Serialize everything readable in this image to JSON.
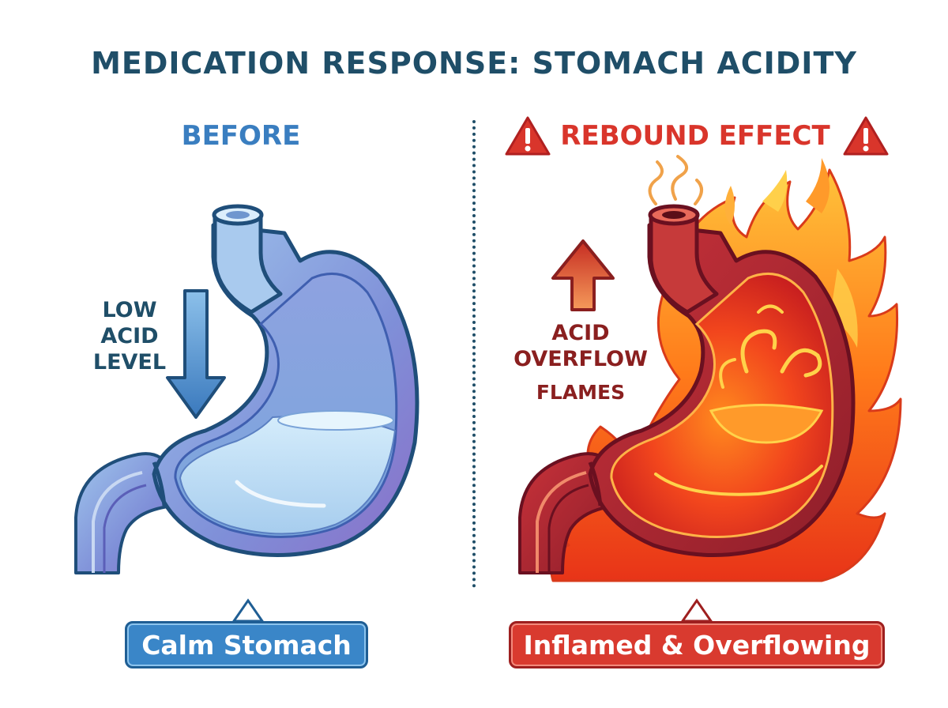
{
  "title": "MEDICATION RESPONSE: STOMACH ACIDITY",
  "before": {
    "heading": "BEFORE",
    "label_lines": [
      "LOW",
      "ACID",
      "LEVEL"
    ],
    "badge": "Calm Stomach"
  },
  "after": {
    "heading": "REBOUND EFFECT",
    "label_lines": [
      "ACID",
      "OVERFLOW"
    ],
    "flames_label": "FLAMES",
    "badge": "Inflamed & Overflowing"
  },
  "colors": {
    "title": "#1f4e68",
    "before_accent": "#3a7ec0",
    "after_accent": "#d9352b",
    "calm_badge": "#3a86c8",
    "inflamed_badge": "#d93a2f"
  },
  "icons": [
    "warning-triangle-icon",
    "down-arrow-icon",
    "up-arrow-icon",
    "steam-icon",
    "flame-icon"
  ]
}
